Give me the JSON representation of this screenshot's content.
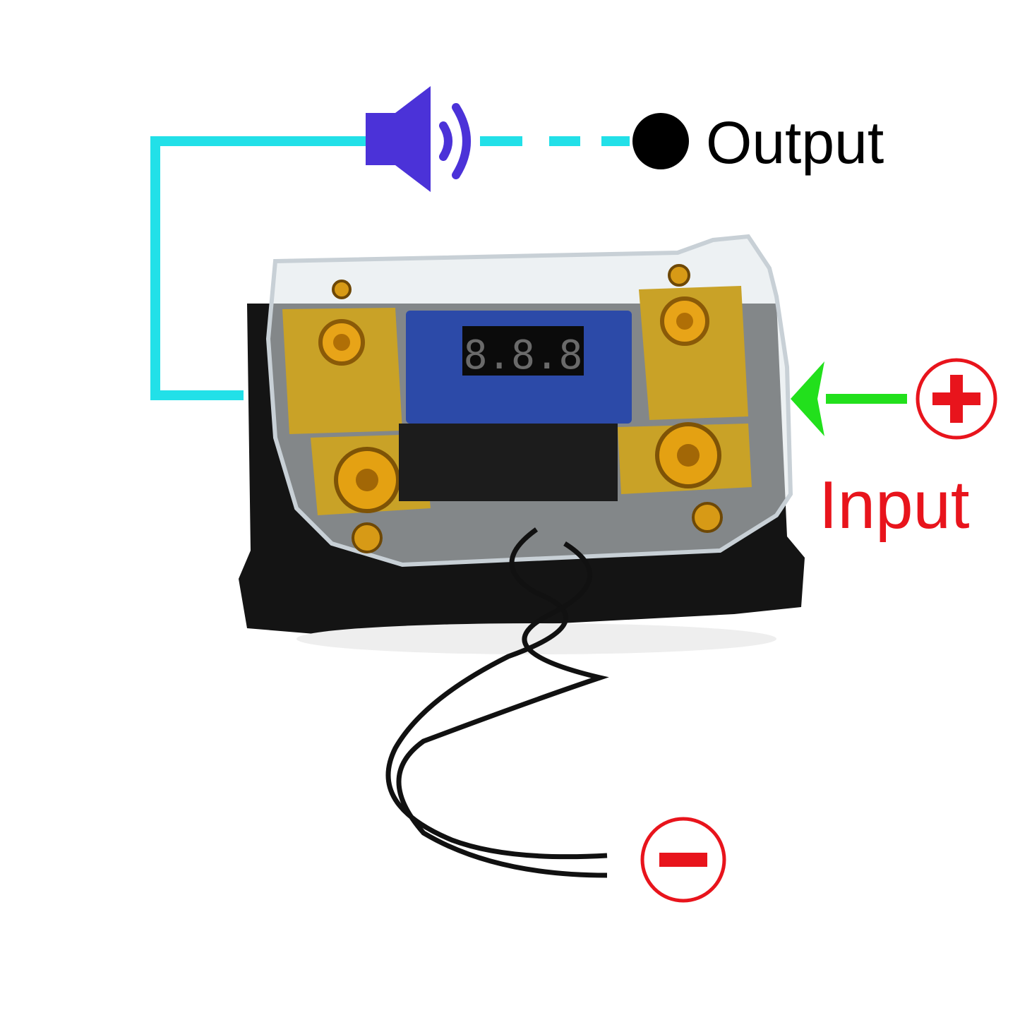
{
  "colors": {
    "output_wire": "#22e0e8",
    "input_arrow": "#22e01c",
    "speaker": "#4b32d8",
    "positive": "#e8141c",
    "negative": "#e8141c",
    "output_dot": "#000000",
    "brass": "#c9a227",
    "display": "#2c4aa8",
    "base": "#141414"
  },
  "icons": {
    "speaker": "speaker-icon",
    "positive": "plus-circle-icon",
    "negative": "minus-circle-icon",
    "arrow": "arrow-left-icon"
  },
  "labels": {
    "output": "Output",
    "input": "Input",
    "display_readout": "8.8.8"
  }
}
